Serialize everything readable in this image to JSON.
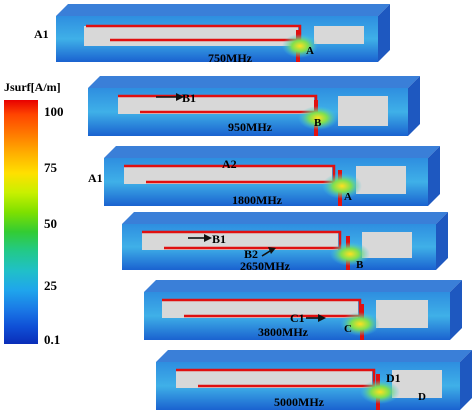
{
  "colorbar": {
    "title": "Jsurf[A/m]",
    "ticks": [
      "100",
      "75",
      "50",
      "25",
      "0.1"
    ]
  },
  "panels": [
    {
      "frequency": "750MHz",
      "labels": [
        "A1",
        "A"
      ]
    },
    {
      "frequency": "950MHz",
      "labels": [
        "B1",
        "B"
      ]
    },
    {
      "frequency": "1800MHz",
      "labels": [
        "A1",
        "A2",
        "A"
      ]
    },
    {
      "frequency": "2650MHz",
      "labels": [
        "B1",
        "B2",
        "B"
      ]
    },
    {
      "frequency": "3800MHz",
      "labels": [
        "C1",
        "C"
      ]
    },
    {
      "frequency": "5000MHz",
      "labels": [
        "D1",
        "D"
      ]
    }
  ],
  "colors": {
    "high_current": "#e01010",
    "low_field": "#1060d8",
    "mid_field": "#40c8e8",
    "hot_field": "#ffe020",
    "conductor_gap": "#d8d8d8"
  }
}
